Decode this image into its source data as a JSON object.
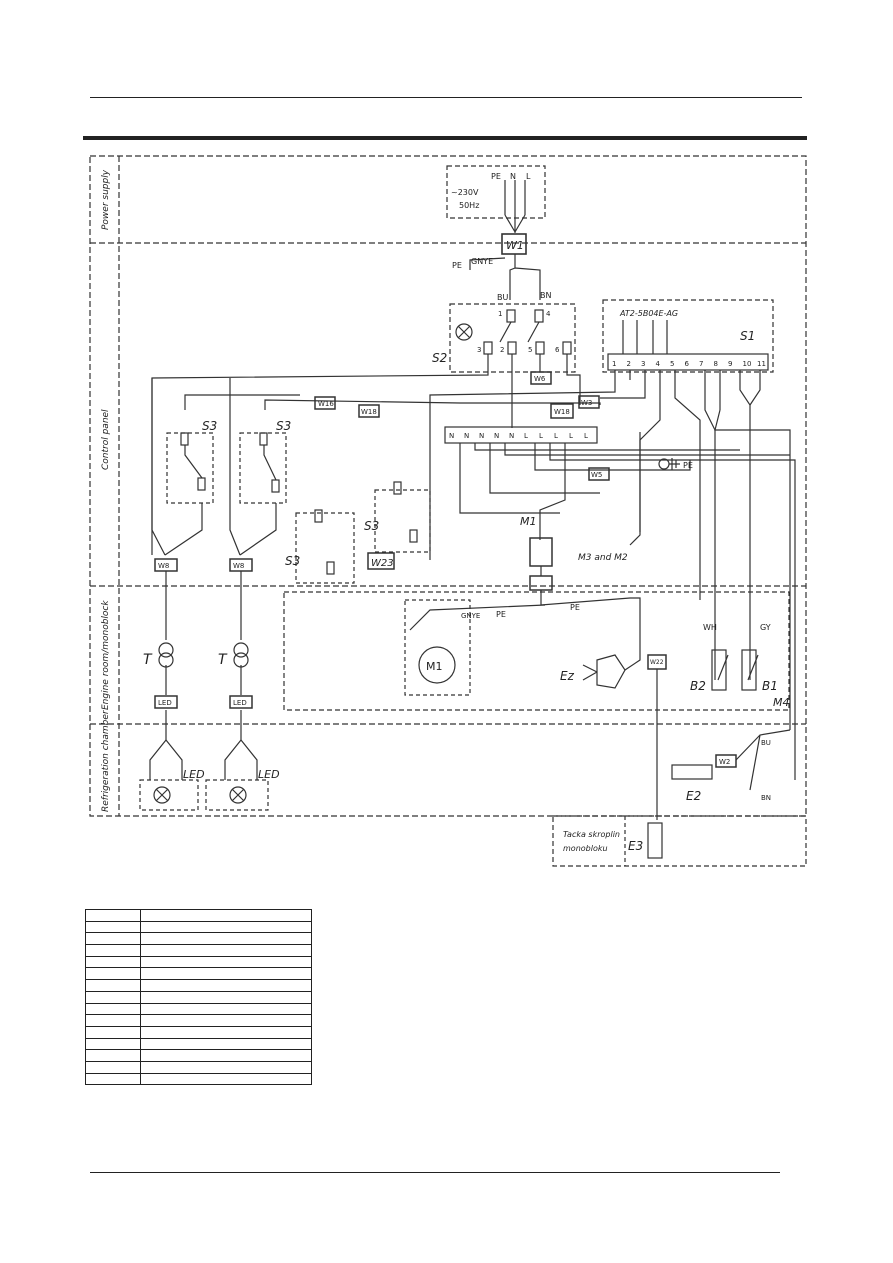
{
  "sections": {
    "power": "Power supply",
    "control": "Control panel",
    "engine": "Engine room/monoblock",
    "refrigeration": "Refrigeration chamber"
  },
  "supply": {
    "pe": "PE",
    "n": "N",
    "l": "L",
    "voltage": "~230V",
    "freq": "50Hz"
  },
  "components": {
    "w1": "W1",
    "s1": "S1",
    "s1_model": "AT2-5B04E-AG",
    "s2": "S2",
    "s3": "S3",
    "w16": "W16",
    "w18": "W18",
    "w6": "W6",
    "w3": "W3",
    "w5": "W5",
    "w23": "W23",
    "w8": "W8",
    "w22": "W22",
    "w2": "W2",
    "m1": "M1",
    "m3m2": "M3 and M2",
    "ez": "Ez",
    "b1": "B1",
    "b2": "B2",
    "e2": "E2",
    "e3": "E3",
    "m4": "M4",
    "t": "T",
    "led": "LED",
    "led_box": "LED",
    "drip": "Tacka skroplin monobloku",
    "drip1": "Tacka skroplin",
    "drip2": "monobloku"
  },
  "wire_colors": {
    "bn": "BN",
    "bu": "BU",
    "gnye": "GNYE",
    "wh": "WH",
    "gy": "GY",
    "pe": "PE"
  },
  "terminals": [
    "1",
    "2",
    "3",
    "4",
    "5",
    "6",
    "7",
    "8",
    "9",
    "10",
    "11"
  ],
  "neutral_bar": [
    "N",
    "N",
    "N",
    "N",
    "N",
    "L",
    "L",
    "L",
    "L",
    "L"
  ],
  "s2_pins": [
    "1",
    "4",
    "3",
    "2",
    "5",
    "6"
  ],
  "legend_rows": 15
}
